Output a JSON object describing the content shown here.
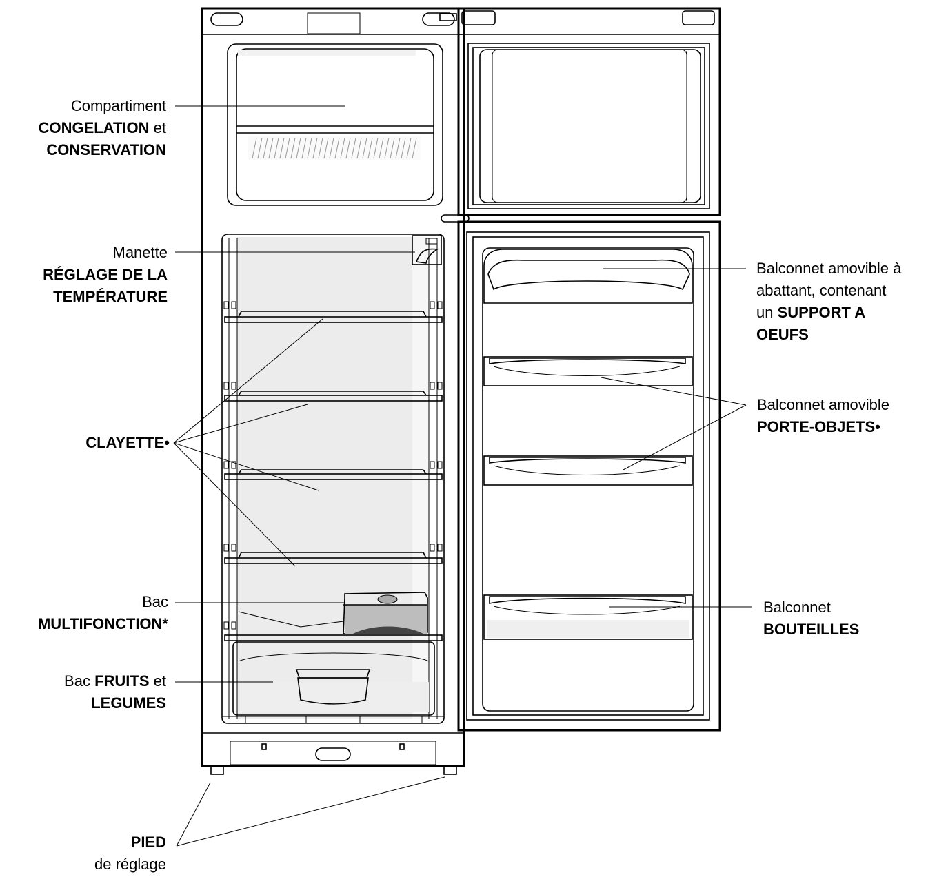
{
  "labels": {
    "freezer": {
      "line1": "Compartiment",
      "line2_bold": "CONGELATION",
      "line2_tail": " et",
      "line3_bold": "CONSERVATION"
    },
    "thermostat": {
      "line1": "Manette",
      "line2_bold": "RÉGLAGE DE LA",
      "line3_bold": "TEMPÉRATURE"
    },
    "shelf": {
      "bold": "CLAYETTE•"
    },
    "multibox": {
      "line1": "Bac",
      "line2_bold": "MULTIFONCTION*"
    },
    "crisper": {
      "line1_head": "Bac ",
      "line1_bold": "FRUITS",
      "line1_tail": " et",
      "line2_bold": "LEGUMES"
    },
    "feet": {
      "line1_bold": "PIED",
      "line2": "de réglage"
    },
    "egg_balcony": {
      "line1": "Balconnet amovible à",
      "line2": "abattant, contenant",
      "line3_head": "un ",
      "line3_bold": "SUPPORT A",
      "line4_bold": "OEUFS"
    },
    "door_balcony": {
      "line1": "Balconnet amovible",
      "line2_bold": "PORTE-OBJETS•"
    },
    "bottle_balcony": {
      "line1": "Balconnet",
      "line2_bold": "BOUTEILLES"
    }
  },
  "colors": {
    "stroke": "#000000",
    "panel_fill": "#e6e6e6",
    "panel_dark": "#cfcfcf",
    "background": "#ffffff"
  }
}
